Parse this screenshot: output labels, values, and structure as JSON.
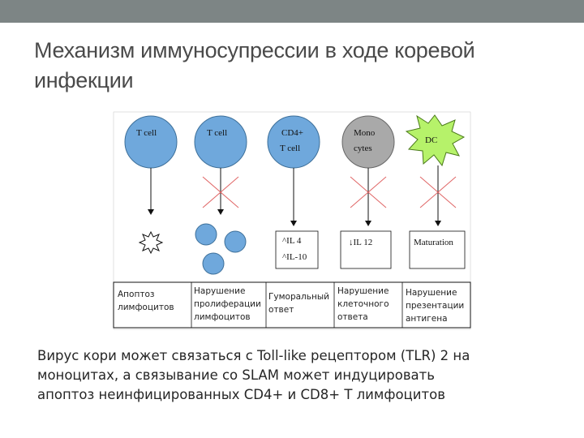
{
  "slide": {
    "title_line1": "Механизм иммуносупрессии в ходе коревой",
    "title_line2": "инфекции",
    "caption_line1": "Вирус кори может связаться с Toll-like рецептором (TLR) 2 на",
    "caption_line2": "моноцитах, а связывание со SLAM может индуцировать",
    "caption_line3": "апоптоз неинфицированных CD4+ и CD8+ T лимфоцитов"
  },
  "colors": {
    "topbar": "#7d8585",
    "cell_blue": "#6fa8dc",
    "monocyte_gray": "#a9a9a9",
    "dc_green": "#b6f26a",
    "cross_red": "#e06666"
  },
  "cells": [
    {
      "line1": "T cell",
      "line2": ""
    },
    {
      "line1": "T cell",
      "line2": ""
    },
    {
      "line1": "CD4+",
      "line2": "T cell"
    },
    {
      "line1": "Mono",
      "line2": "cytes"
    },
    {
      "line1": "DC",
      "line2": ""
    }
  ],
  "outcomes": {
    "box3_line1": "^IL 4",
    "box3_line2": "^IL-10",
    "box4": "↓IL 12",
    "box5": "Maturation"
  },
  "labels": [
    {
      "line1": "Апоптоз",
      "line2": "лимфоцитов",
      "line3": ""
    },
    {
      "line1": "Нарушение",
      "line2": "пролиферации",
      "line3": "лимфоцитов"
    },
    {
      "line1": "Гуморальный",
      "line2": "ответ",
      "line3": ""
    },
    {
      "line1": "Нарушение",
      "line2": "клеточного",
      "line3": "ответа"
    },
    {
      "line1": "Нарушение",
      "line2": "презентации",
      "line3": "антигена"
    }
  ]
}
